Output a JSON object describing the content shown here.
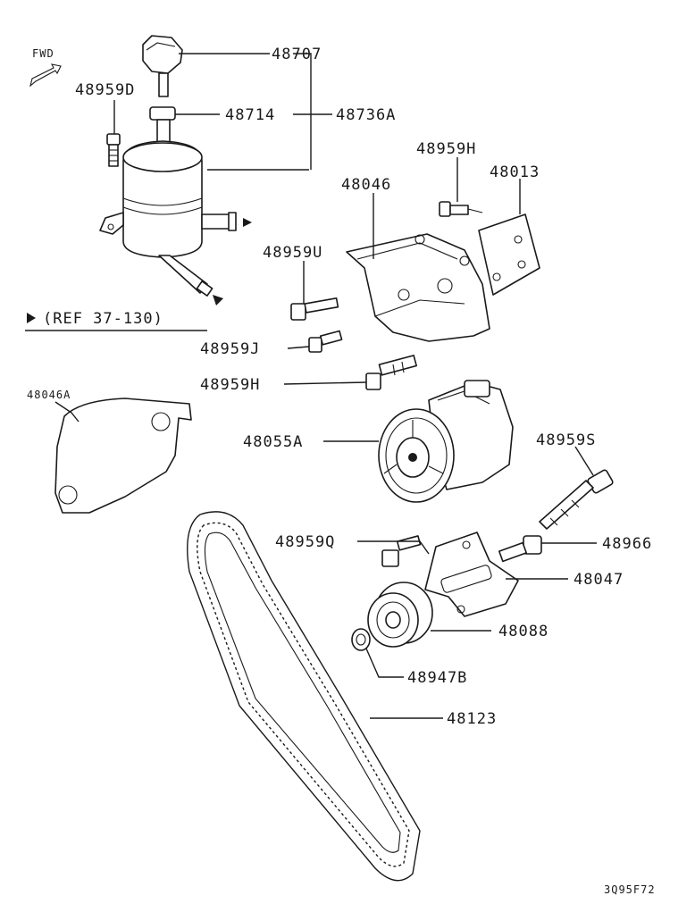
{
  "fwd_label": "FWD",
  "ref_label": "(REF 37-130)",
  "figure_code": "3Q95F72",
  "labels": {
    "p48707": "48707",
    "p48714": "48714",
    "p48736A": "48736A",
    "p48959D": "48959D",
    "p48959H_top": "48959H",
    "p48013": "48013",
    "p48046": "48046",
    "p48959U": "48959U",
    "p48959J": "48959J",
    "p48959H_low": "48959H",
    "p48046A": "48046A",
    "p48055A": "48055A",
    "p48959S": "48959S",
    "p48959Q": "48959Q",
    "p48966": "48966",
    "p48047": "48047",
    "p48088": "48088",
    "p48947B": "48947B",
    "p48123": "48123"
  }
}
